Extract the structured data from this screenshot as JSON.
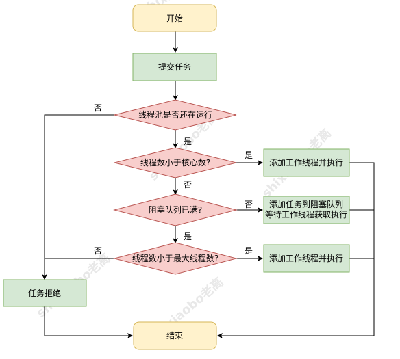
{
  "nodes": {
    "start": "开始",
    "submit_task": "提交任务",
    "pool_running": "线程池是否还在运行",
    "core_check": "线程数小于核心数?",
    "add_core_worker": "添加工作线程并执行",
    "queue_full": "阻塞队列已满?",
    "enqueue_line1": "添加任务到阻塞队列",
    "enqueue_line2": "等待工作线程获取执行",
    "max_check": "线程数小于最大线程数?",
    "add_max_worker": "添加工作线程并执行",
    "reject": "任务拒绝",
    "end": "结束"
  },
  "edge_labels": {
    "running_no": "否",
    "running_yes": "是",
    "core_yes": "是",
    "core_no": "否",
    "queue_no": "否",
    "queue_yes": "是",
    "max_no": "否",
    "max_yes": "是"
  },
  "watermark": "shixiaobo老高",
  "colors": {
    "start_fill": "#fff2cc",
    "start_stroke": "#d6b656",
    "process_fill": "#d5e8d4",
    "process_stroke": "#82b366",
    "decision_fill": "#f8cecc",
    "decision_stroke": "#b85450"
  }
}
